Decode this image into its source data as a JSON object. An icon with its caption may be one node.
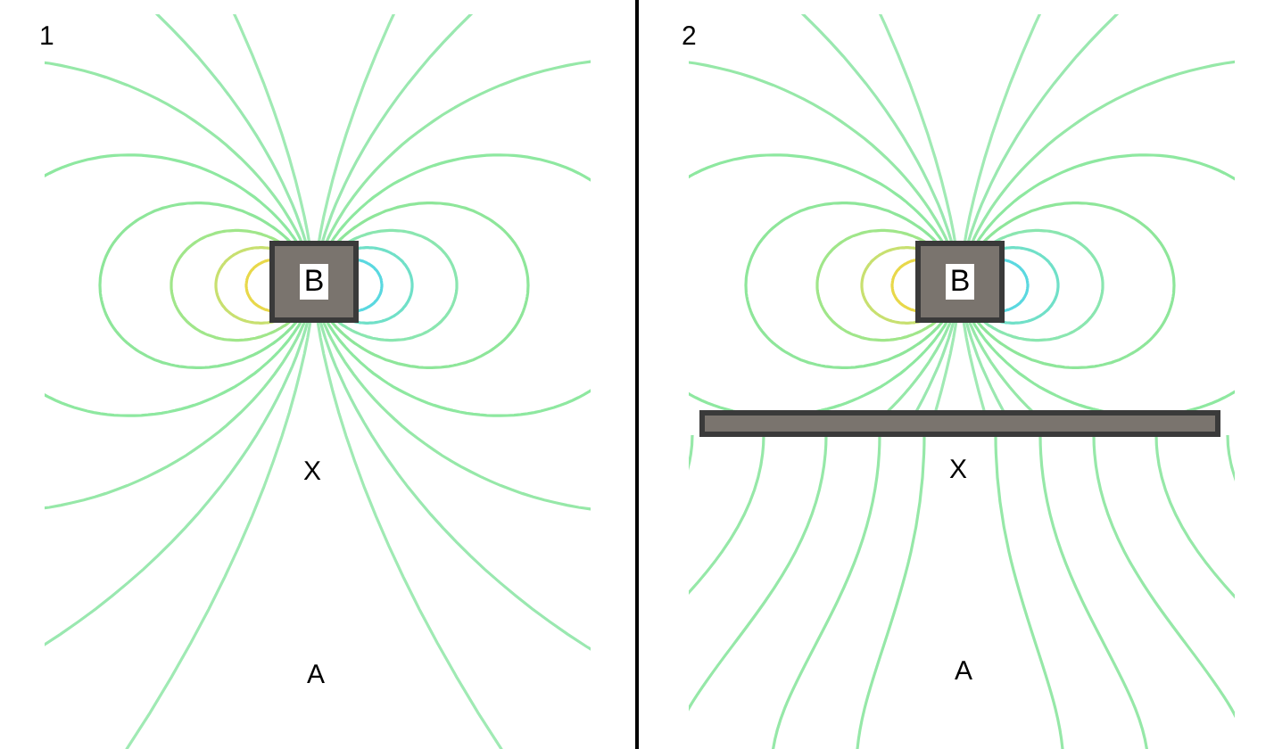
{
  "diagram": {
    "nodes": [
      {
        "text": [
          "B"
        ]
      },
      {
        "text": [
          "B"
        ]
      },
      {
        "text": [],
        "shape": "bar"
      }
    ],
    "labels": [
      "1",
      "X",
      "A",
      "2",
      "X",
      "A"
    ]
  }
}
